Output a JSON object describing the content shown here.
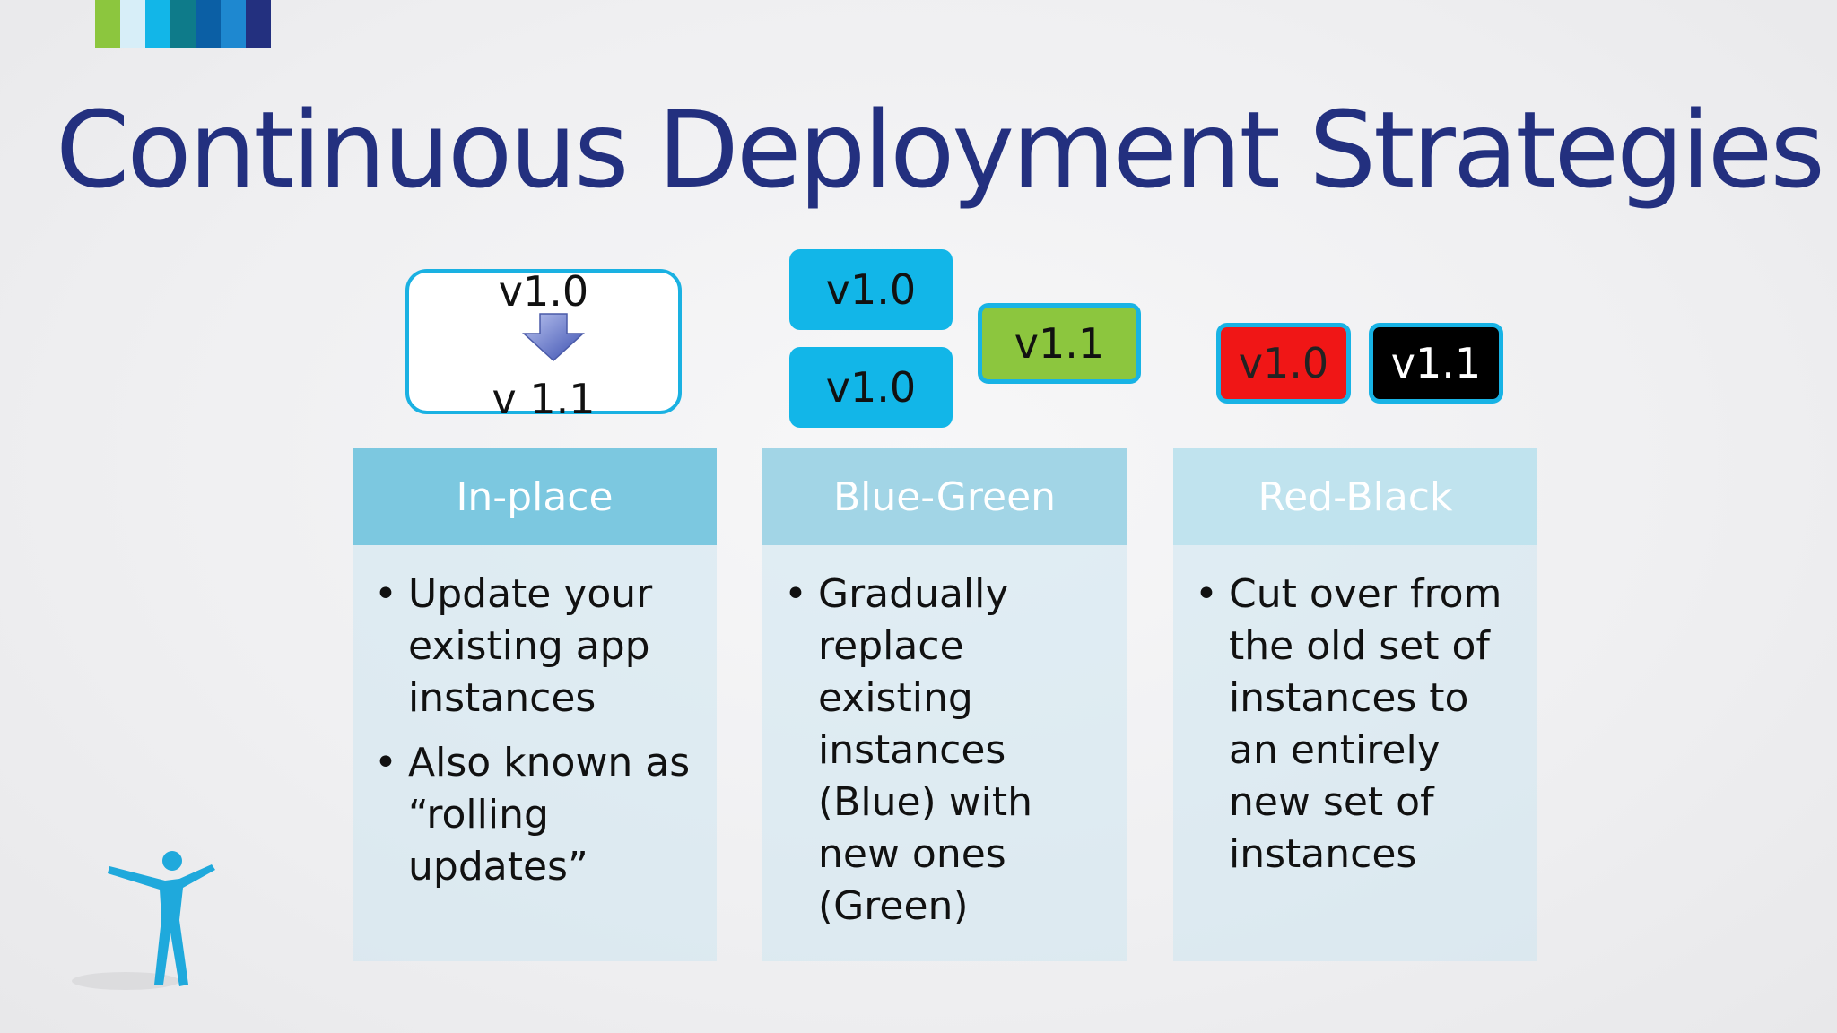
{
  "title": "Continuous Deployment Strategies",
  "colors": {
    "title": "#23307f",
    "in_place_header": "#7cc8e0",
    "blue_green_header": "#a2d5e6",
    "red_black_header": "#c0e3ee",
    "blue": "#12b6e8",
    "green": "#8cc63e",
    "red": "#f01616",
    "black": "#000000",
    "logo": [
      "#8cc63e",
      "#d7eef8",
      "#12b6e8",
      "#0e7b8a",
      "#0b5fa5",
      "#1e88d0",
      "#23307f"
    ]
  },
  "in_place": {
    "diagram": {
      "from": "v1.0",
      "to": "v 1.1",
      "arrow": "down-arrow-icon"
    },
    "header": "In-place",
    "bullets": [
      "Update your existing app instances",
      "Also known as “rolling updates”"
    ]
  },
  "blue_green": {
    "diagram": {
      "blue_1": "v1.0",
      "blue_2": "v1.0",
      "green": "v1.1"
    },
    "header": "Blue-Green",
    "bullets": [
      "Gradually replace existing instances (Blue) with new ones (Green)"
    ]
  },
  "red_black": {
    "diagram": {
      "red": "v1.0",
      "black": "v1.1"
    },
    "header": "Red-Black",
    "bullets": [
      "Cut over from the old set of instances to an entirely new set of instances"
    ]
  },
  "decoration": {
    "figure": "person-silhouette-icon"
  }
}
